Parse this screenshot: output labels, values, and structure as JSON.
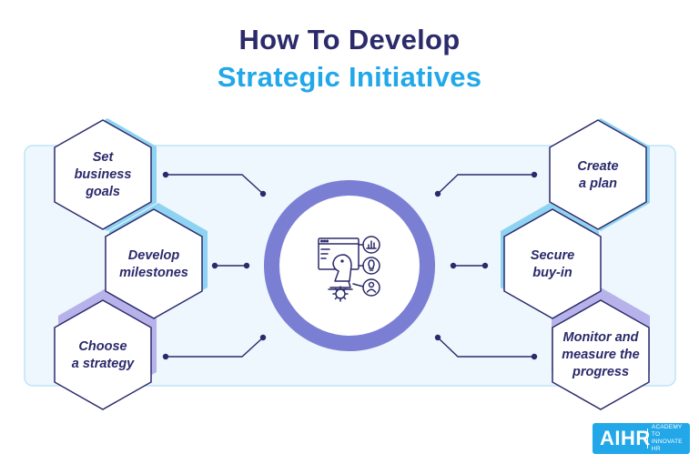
{
  "title": {
    "line1": "How To Develop",
    "line2": "Strategic Initiatives"
  },
  "steps": [
    {
      "id": "set-business-goals",
      "lines": [
        "Set",
        "business",
        "goals"
      ]
    },
    {
      "id": "develop-milestones",
      "lines": [
        "Develop",
        "milestones"
      ]
    },
    {
      "id": "choose-a-strategy",
      "lines": [
        "Choose",
        "a strategy"
      ]
    },
    {
      "id": "create-a-plan",
      "lines": [
        "Create",
        "a plan"
      ]
    },
    {
      "id": "secure-buy-in",
      "lines": [
        "Secure",
        "buy-in"
      ]
    },
    {
      "id": "monitor-and-measure",
      "lines": [
        "Monitor and",
        "measure the",
        "progress"
      ]
    }
  ],
  "center_icon": "strategy-chess-icon",
  "logo": {
    "brand": "AIHR",
    "tagline": "ACADEMY TO\nINNOVATE HR"
  },
  "colors": {
    "title_dark": "#2b2a6b",
    "title_accent": "#22a8e8",
    "panel_fill": "#eef7fd",
    "panel_border": "#bfe3f7",
    "ring": "#7b7fd4",
    "hex_border": "#2b2a6b",
    "hex_shadow_blue": "#8fd3f2",
    "hex_shadow_purple": "#b7b3ea"
  }
}
